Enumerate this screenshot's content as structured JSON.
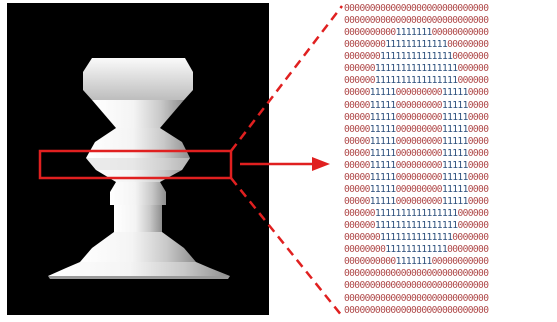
{
  "figure": {
    "left_panel": "rendered 3D shape (black background)",
    "arrow_color": "#e02020",
    "zero_color": "#b04a4a",
    "one_color": "#2c4f7c"
  },
  "binary_rows": [
    "0000000000000000000000000000",
    "0000000000000000000000000000",
    "0000000000111111100000000000",
    "0000000011111111111100000000",
    "0000000111111111111110000000",
    "0000001111111111111111000000",
    "0000001111111111111111000000",
    "0000011111000000000111110000",
    "0000011111000000000111110000",
    "0000011111000000000111110000",
    "0000011111000000000111110000",
    "0000011111000000000111110000",
    "0000011111000000000111110000",
    "0000011111000000000111110000",
    "0000011111000000000111110000",
    "0000011111000000000111110000",
    "0000011111000000000111110000",
    "0000001111111111111111000000",
    "0000001111111111111111000000",
    "0000000111111111111110000000",
    "0000000011111111111100000000",
    "0000000000111111100000000000",
    "0000000000000000000000000000",
    "0000000000000000000000000000",
    "0000000000000000000000000000",
    "0000000000000000000000000000"
  ]
}
